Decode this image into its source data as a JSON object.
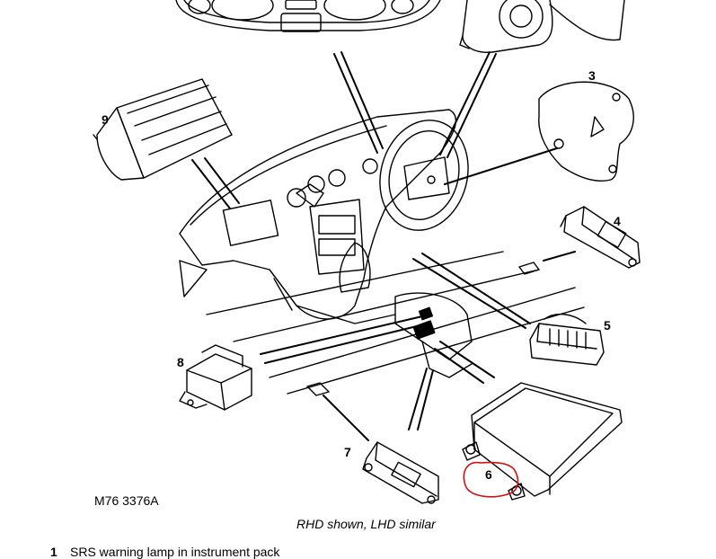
{
  "diagram": {
    "figure_ref": "M76 3376A",
    "caption": "RHD shown, LHD similar",
    "callouts": {
      "c3": "3",
      "c4": "4",
      "c5": "5",
      "c6": "6",
      "c7": "7",
      "c8": "8",
      "c9": "9"
    },
    "legend": [
      {
        "num": "1",
        "text": "SRS warning lamp in instrument pack"
      }
    ],
    "colors": {
      "line": "#000000",
      "annotation": "#d01010",
      "background": "#ffffff"
    }
  }
}
